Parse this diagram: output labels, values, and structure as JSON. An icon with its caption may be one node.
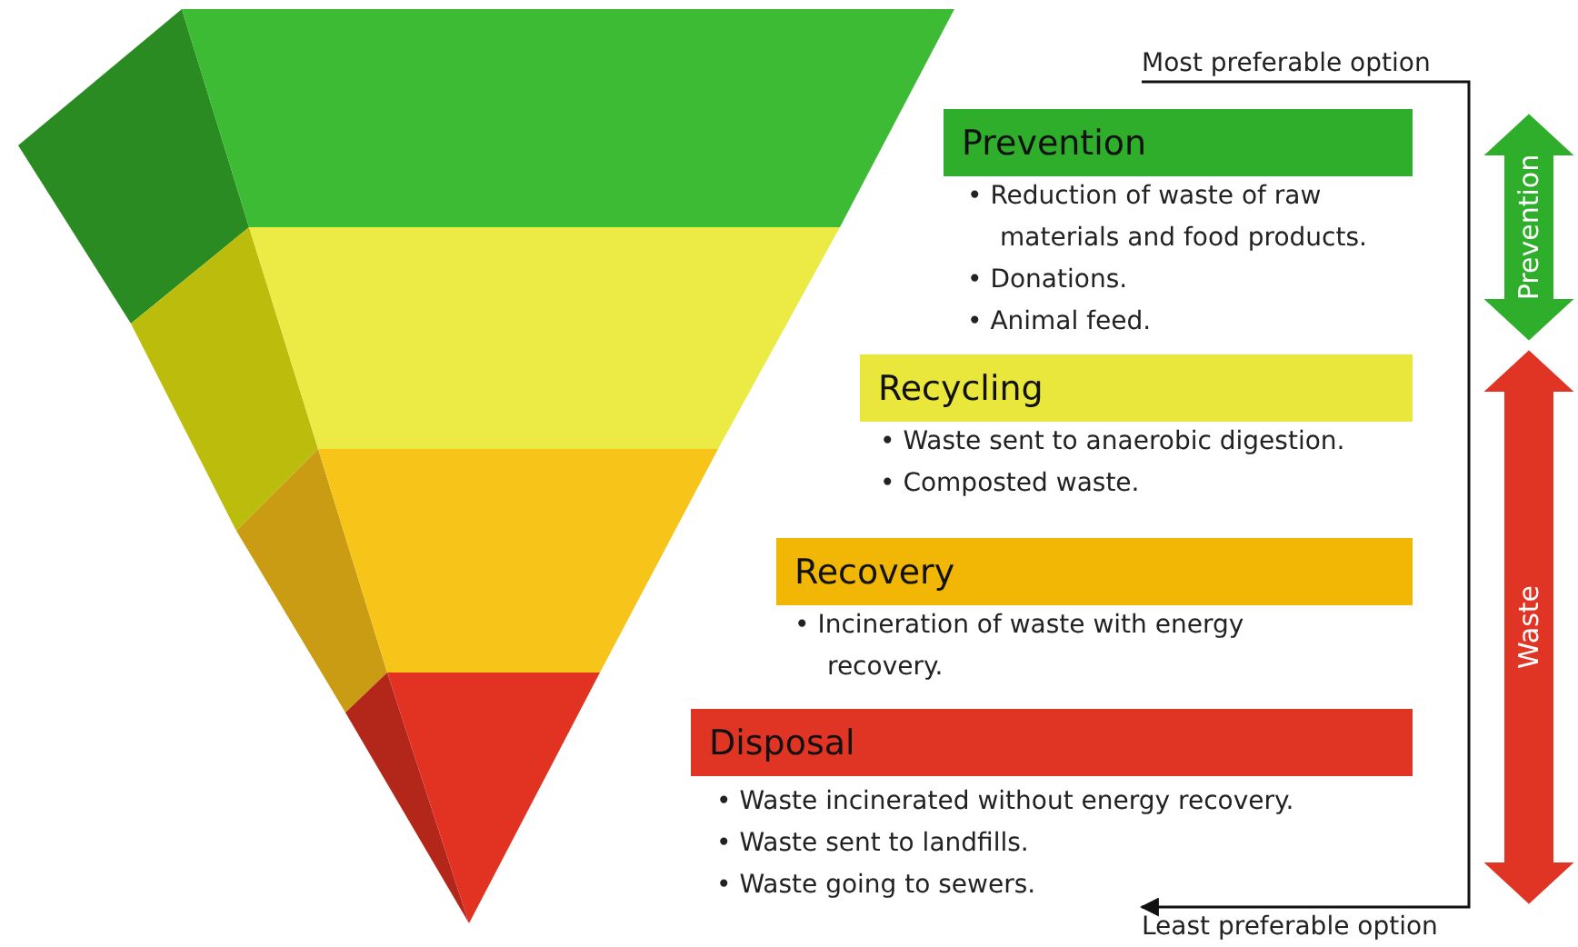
{
  "diagram": {
    "nodes": [
      {
        "text": [
          "Prevention"
        ],
        "beside": [
          "• Reduction of waste of raw materials and food products.",
          "• Donations.",
          "• Animal feed."
        ]
      },
      {
        "text": [
          "Recycling"
        ],
        "beside": [
          "• Waste sent to anaerobic digestion.",
          "• Composted waste."
        ]
      },
      {
        "text": [
          "Recovery"
        ],
        "beside": [
          "• Incineration of waste with energy recovery."
        ]
      },
      {
        "text": [
          "Disposal"
        ],
        "beside": [
          "• Waste incinerated without energy recovery.",
          "• Waste sent to landfills.",
          "• Waste going to sewers."
        ]
      },
      {
        "text": [
          "Most preferable option"
        ]
      },
      {
        "text": [
          "Least preferable option"
        ]
      },
      {
        "text": [
          "Prevention"
        ]
      },
      {
        "text": [
          "Waste"
        ]
      }
    ],
    "edges": [
      {
        "from": 4,
        "to": 5,
        "arrow": "to"
      }
    ]
  }
}
